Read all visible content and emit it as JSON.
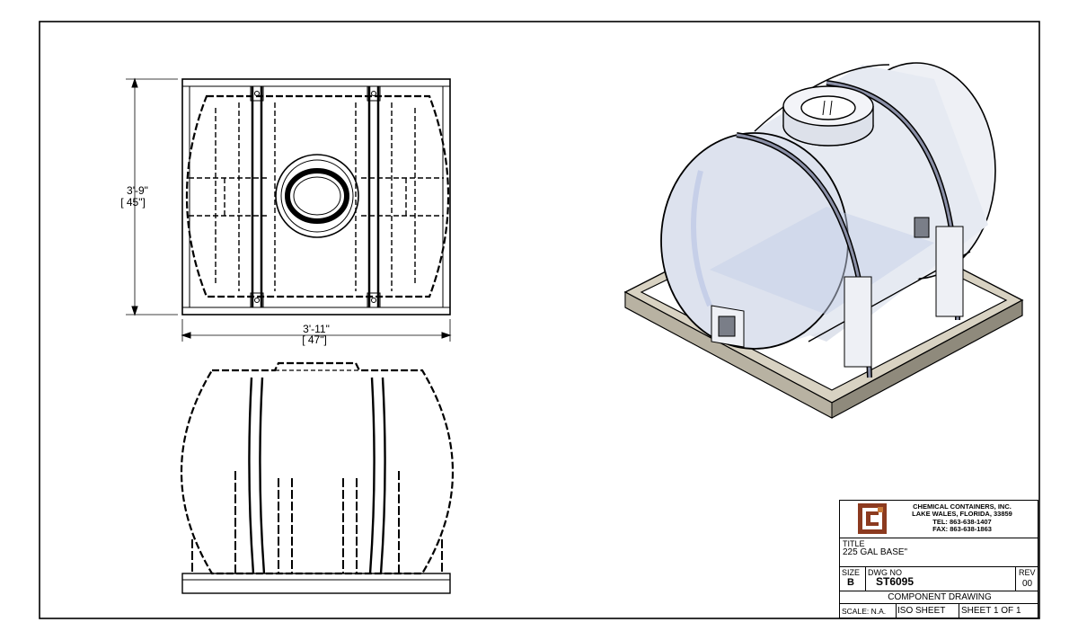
{
  "dimensions": {
    "height_ftin": "3'-9\"",
    "height_in": "[ 45\"]",
    "width_ftin": "3'-11\"",
    "width_in": "[ 47\"]"
  },
  "title_block": {
    "company": "CHEMICAL CONTAINERS, INC.",
    "address": "LAKE WALES, FLORIDA, 33859",
    "tel": "TEL: 863-638-1407",
    "fax": "FAX: 863-638-1863",
    "title_label": "TITLE",
    "title_value": "225 GAL BASE\"",
    "size_label": "SIZE",
    "size_value": "B",
    "dwg_label": "DWG NO",
    "dwg_value": "ST6095",
    "rev_label": "REV",
    "rev_value": "00",
    "drawing_type": "COMPONENT DRAWING",
    "scale": "SCALE: N.A.",
    "sheet_type": "ISO SHEET",
    "sheet_num": "SHEET 1 OF 1"
  },
  "colors": {
    "line": "#000000",
    "frame_tan": "#d8d2c2",
    "frame_dark": "#8f8a7c",
    "tank_tint": "#e6eaf2",
    "tank_blue": "#c6cfe8",
    "logo_brown": "#8c3a1f"
  }
}
